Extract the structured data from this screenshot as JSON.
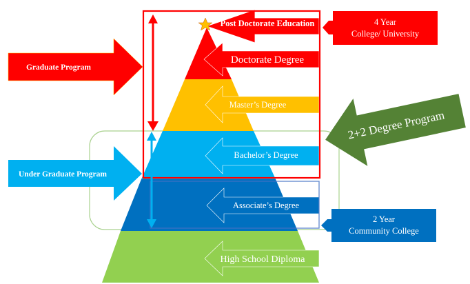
{
  "diagram": {
    "title": "Education Pathway Pyramid",
    "tiers": [
      {
        "id": "post-doctorate",
        "label": "Post Doctorate Education",
        "color": "#ff0000"
      },
      {
        "id": "doctorate",
        "label": "Doctorate Degree",
        "color": "#ff0000"
      },
      {
        "id": "masters",
        "label": "Master’s Degree",
        "color": "#ffc000"
      },
      {
        "id": "bachelors",
        "label": "Bachelor’s Degree",
        "color": "#00b0f0"
      },
      {
        "id": "associates",
        "label": "Associate’s Degree",
        "color": "#0070c0"
      },
      {
        "id": "high-school",
        "label": "High School Diploma",
        "color": "#92d050"
      }
    ],
    "programs": {
      "graduate": {
        "label": "Graduate Program",
        "color": "#ff0000"
      },
      "undergraduate": {
        "label": "Under Graduate Program",
        "color": "#00b0f0"
      },
      "two_plus_two": {
        "label": "2+2  Degree Program",
        "color": "#548235"
      }
    },
    "institutions": {
      "four_year": {
        "line1": "4 Year",
        "line2": "College/ University",
        "color": "#ff0000"
      },
      "two_year": {
        "line1": "2 Year",
        "line2": "Community College",
        "color": "#0070c0"
      }
    },
    "colors": {
      "star": "#ffc000",
      "outline_green": "#a9d18e",
      "outline_blue": "#4472c4"
    }
  }
}
